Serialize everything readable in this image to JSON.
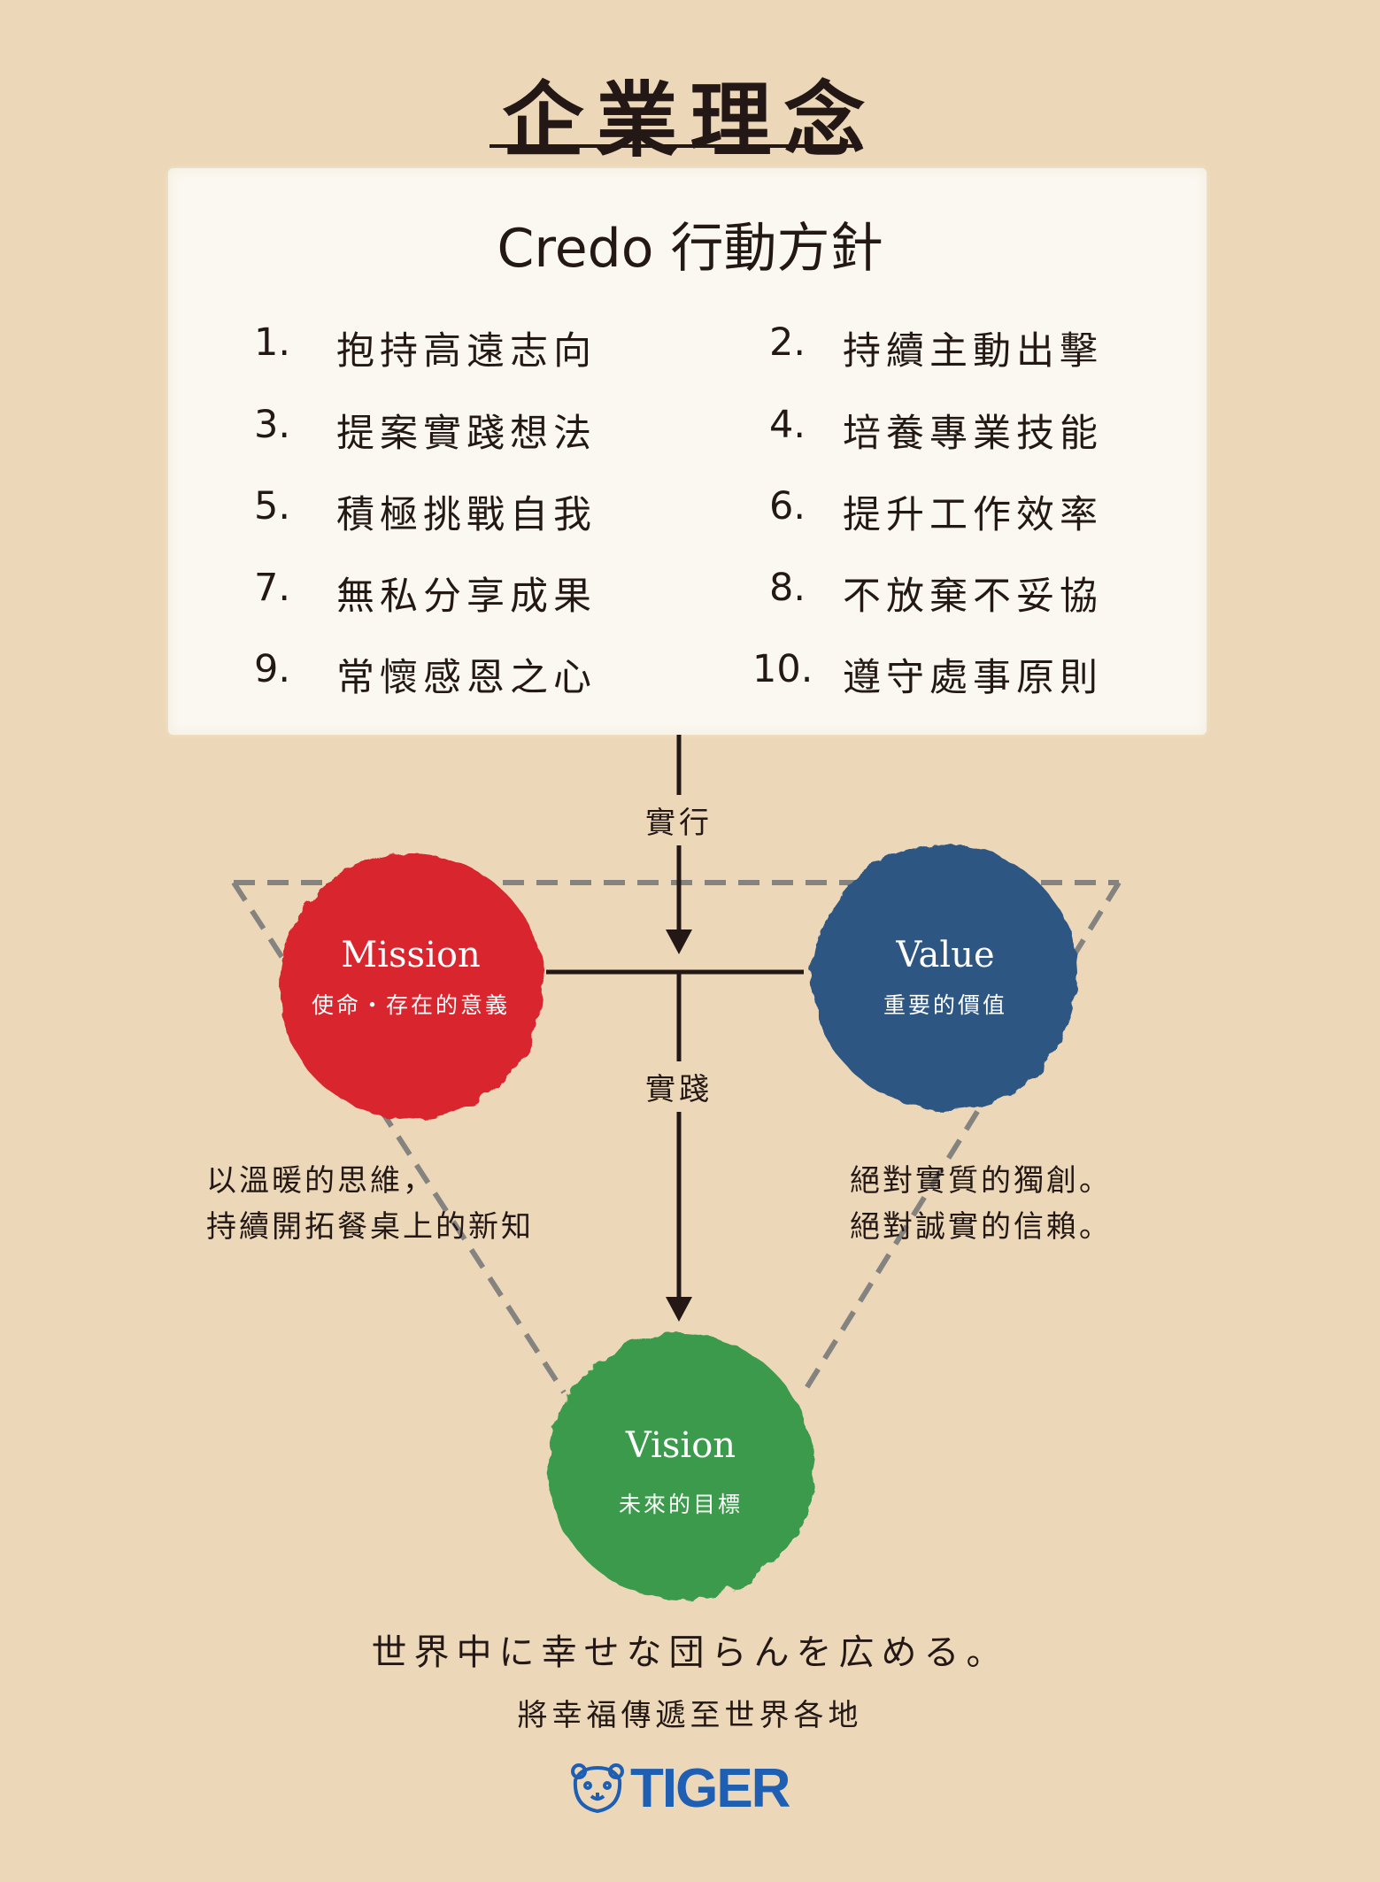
{
  "title": "企業理念",
  "credo": {
    "heading": "Credo 行動方針",
    "items": [
      {
        "num": "1.",
        "text": "抱持高遠志向"
      },
      {
        "num": "2.",
        "text": "持續主動出擊"
      },
      {
        "num": "3.",
        "text": "提案實踐想法"
      },
      {
        "num": "4.",
        "text": "培養專業技能"
      },
      {
        "num": "5.",
        "text": "積極挑戰自我"
      },
      {
        "num": "6.",
        "text": "提升工作效率"
      },
      {
        "num": "7.",
        "text": "無私分享成果"
      },
      {
        "num": "8.",
        "text": "不放棄不妥協"
      },
      {
        "num": "9.",
        "text": "常懷感恩之心"
      },
      {
        "num": "10.",
        "text": "遵守處事原則"
      }
    ]
  },
  "flow": {
    "execute": "實行",
    "practice": "實踐"
  },
  "mission": {
    "title": "Mission",
    "subtitle": "使命・存在的意義",
    "desc": [
      "以溫暖的思維，",
      "持續開拓餐桌上的新知"
    ],
    "color": "#d9282f"
  },
  "value": {
    "title": "Value",
    "subtitle": "重要的價值",
    "desc": [
      "絕對實質的獨創。",
      "絕對誠實的信賴。"
    ],
    "color": "#2f5683"
  },
  "vision": {
    "title": "Vision",
    "subtitle": "未來的目標",
    "color": "#3a9a4c"
  },
  "slogan_jp": "世界中に幸せな団らんを広める。",
  "slogan_zh": "將幸福傳遞至世界各地",
  "brand": {
    "name": "TIGER",
    "color": "#1e5fb4"
  }
}
